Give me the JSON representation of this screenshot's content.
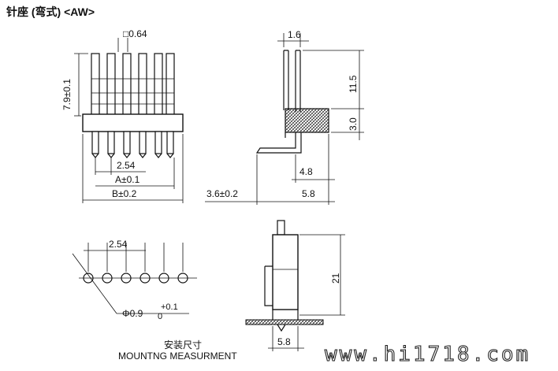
{
  "title": "针座 (弯式) <AW>",
  "front_view": {
    "pin_size_label": "□0.64",
    "height_label": "7.9±0.1",
    "pitch_label": "2.54",
    "dim_a_label": "A±0.1",
    "dim_b_label": "B±0.2"
  },
  "side_view": {
    "dim_1_6": "1.6",
    "dim_11_5": "11.5",
    "dim_3_0": "3.0",
    "dim_4_8": "4.8",
    "dim_3_6": "3.6±0.2",
    "dim_5_8": "5.8"
  },
  "pcb_layout": {
    "pitch_label": "2.54",
    "hole_label": "Φ0.9",
    "tol_plus": "+0.1",
    "tol_zero": "0",
    "caption_cn": "安装尺寸",
    "caption_en": "MOUNTNG MEASURMENT"
  },
  "bottom_side_view": {
    "dim_21": "21",
    "dim_5_8": "5.8"
  },
  "watermark": "www.hi1718.com"
}
